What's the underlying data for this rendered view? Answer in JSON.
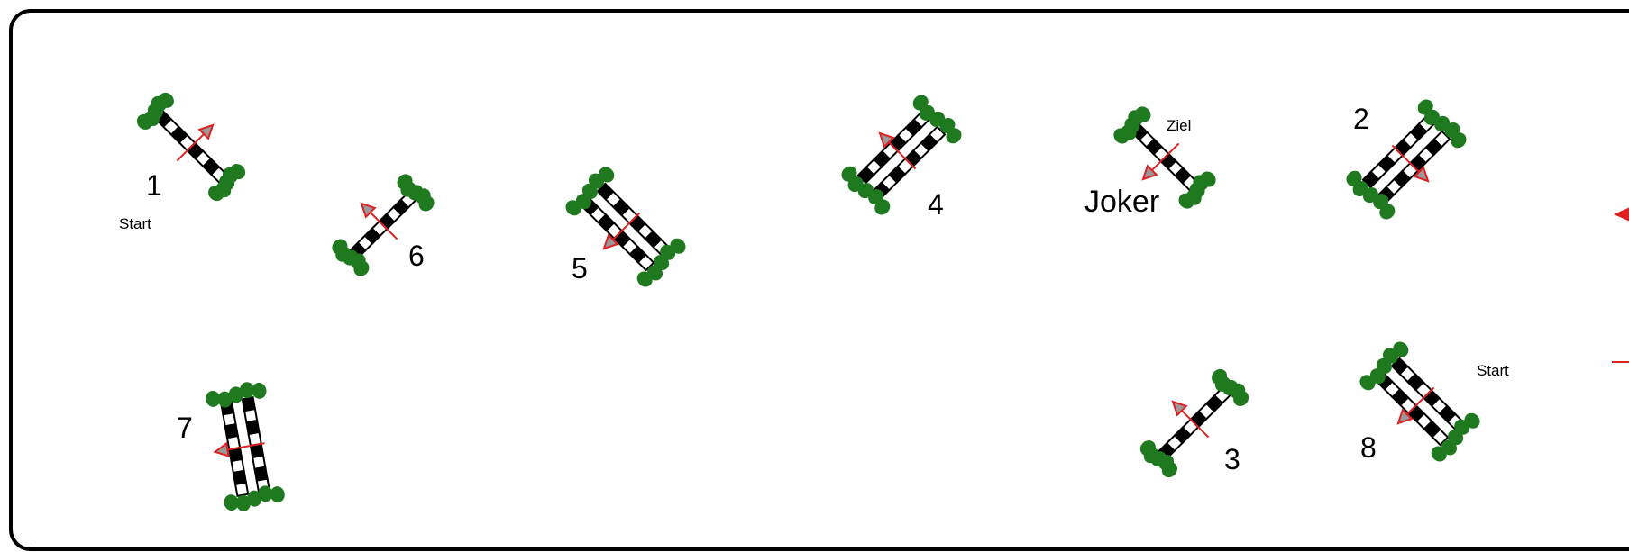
{
  "colors": {
    "border": "#000000",
    "rail_dark": "#000000",
    "rail_light": "#ffffff",
    "standard": "#1f7a1f",
    "direction_arrow": "#e02020",
    "arrow_head_fill": "#999999"
  },
  "obstacles": [
    {
      "id": "1",
      "label": "1",
      "kind": "vertical"
    },
    {
      "id": "6",
      "label": "6",
      "kind": "vertical"
    },
    {
      "id": "5",
      "label": "5",
      "kind": "oxer"
    },
    {
      "id": "4",
      "label": "4",
      "kind": "oxer"
    },
    {
      "id": "joker",
      "label": "Joker",
      "kind": "vertical"
    },
    {
      "id": "2",
      "label": "2",
      "kind": "oxer"
    },
    {
      "id": "7",
      "label": "7",
      "kind": "oxer"
    },
    {
      "id": "3",
      "label": "3",
      "kind": "vertical"
    },
    {
      "id": "8",
      "label": "8",
      "kind": "oxer"
    }
  ],
  "markers": {
    "start_top": "Start",
    "start_bottom": "Start",
    "finish": "Ziel"
  }
}
